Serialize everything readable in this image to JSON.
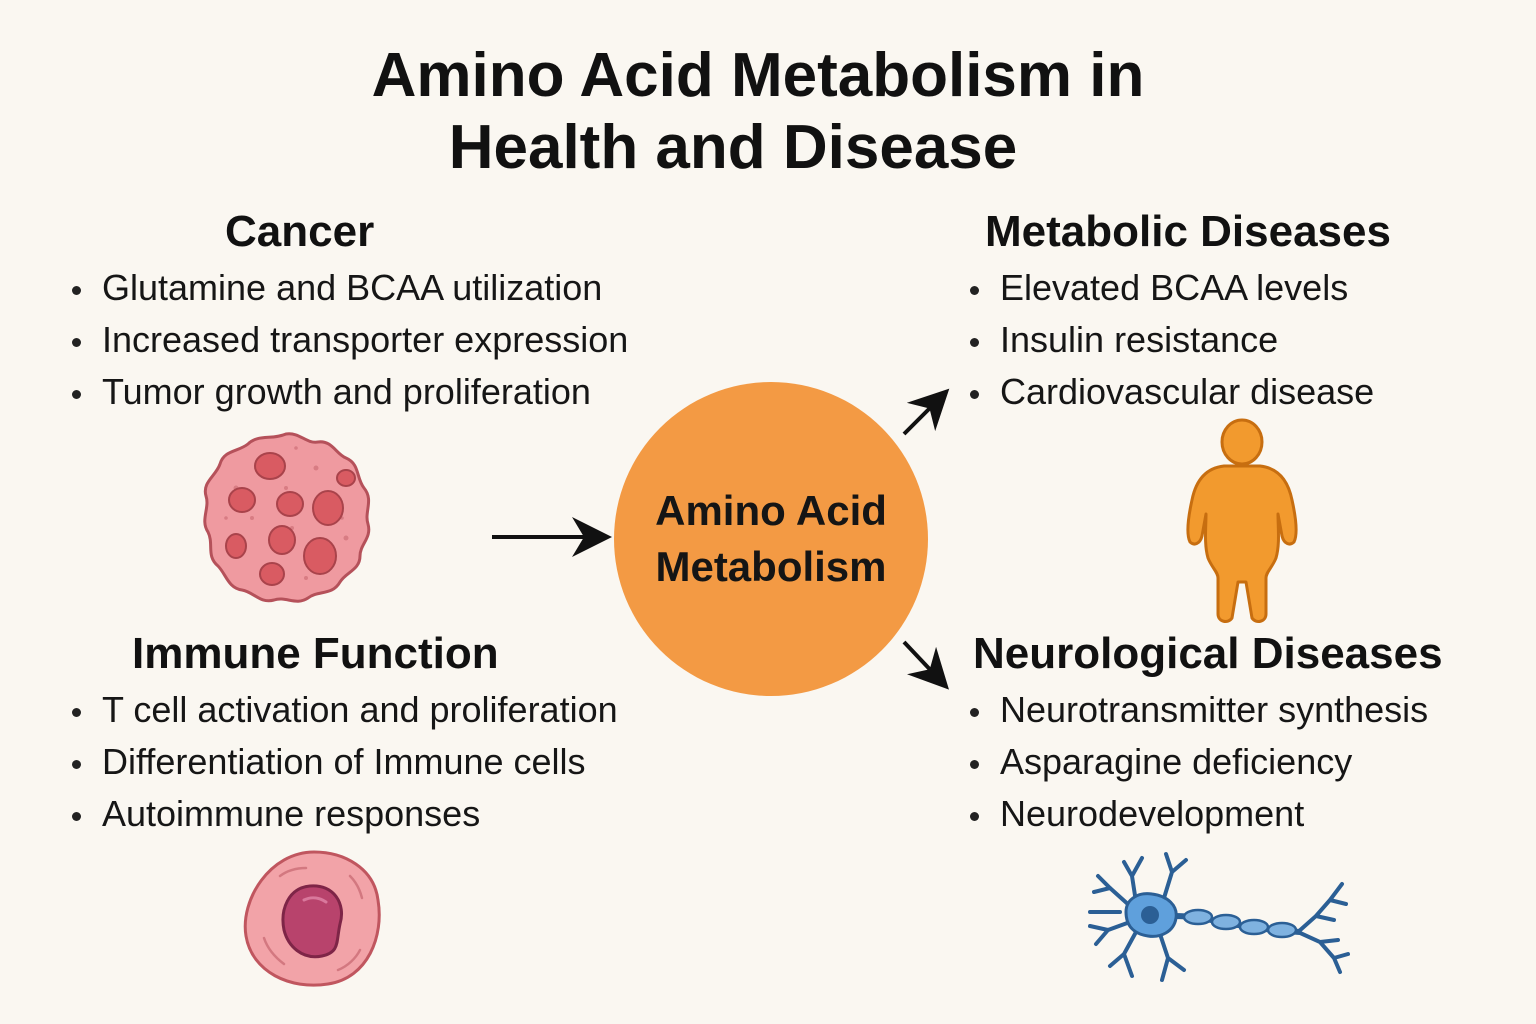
{
  "title": "Amino Acid Metabolism in Health and Disease",
  "center": {
    "line1": "Amino Acid",
    "line2": "Metabolism"
  },
  "sections": {
    "cancer": {
      "heading": "Cancer",
      "items": [
        "Glutamine and BCAA utilization",
        "Increased transporter expression",
        "Tumor growth and proliferation"
      ]
    },
    "immune": {
      "heading": "Immune Function",
      "items": [
        "T cell activation and proliferation",
        "Differentiation of Immune cells",
        "Autoimmune responses"
      ]
    },
    "metabolic": {
      "heading": "Metabolic Diseases",
      "items": [
        "Elevated BCAA levels",
        "Insulin resistance",
        "Cardiovascular disease"
      ]
    },
    "neuro": {
      "heading": "Neurological Diseases",
      "items": [
        "Neurotransmitter synthesis",
        "Asparagine deficiency",
        "Neurodevelopment"
      ]
    }
  },
  "icons": {
    "cancer": "cancer-cell-icon",
    "immune": "immune-cell-icon",
    "metabolic": "obese-person-icon",
    "neuro": "neuron-icon"
  },
  "colors": {
    "background": "#faf7f1",
    "center_circle": "#f39a44",
    "cancer_cell": "#ef9aa0",
    "immune_cell": "#f2a3a8",
    "person": "#f29a2e",
    "neuron": "#4f8ec9"
  }
}
